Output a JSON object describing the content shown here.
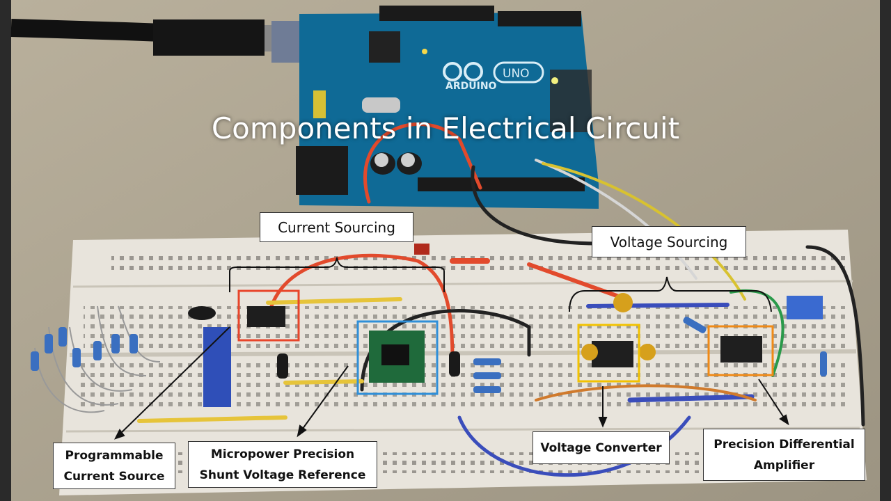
{
  "title": "Components in Electrical Circuit",
  "board": {
    "brand_text": "ARDUINO",
    "model_text": "UNO"
  },
  "labels": {
    "current_sourcing": "Current Sourcing",
    "voltage_sourcing": "Voltage Sourcing",
    "programmable_current_source": [
      "Programmable",
      "Current Source"
    ],
    "shunt_voltage_reference": [
      "Micropower Precision",
      "Shunt Voltage Reference"
    ],
    "voltage_converter": "Voltage Converter",
    "differential_amplifier": [
      "Precision Differential",
      "Amplifier"
    ]
  },
  "colors": {
    "red_box": "#e8452a",
    "blue_box": "#2f8fd8",
    "yellow_box": "#f2c200",
    "orange_box": "#f08a16",
    "arduino_blue": "#0f6a96",
    "breadboard": "#e8e4dc"
  }
}
